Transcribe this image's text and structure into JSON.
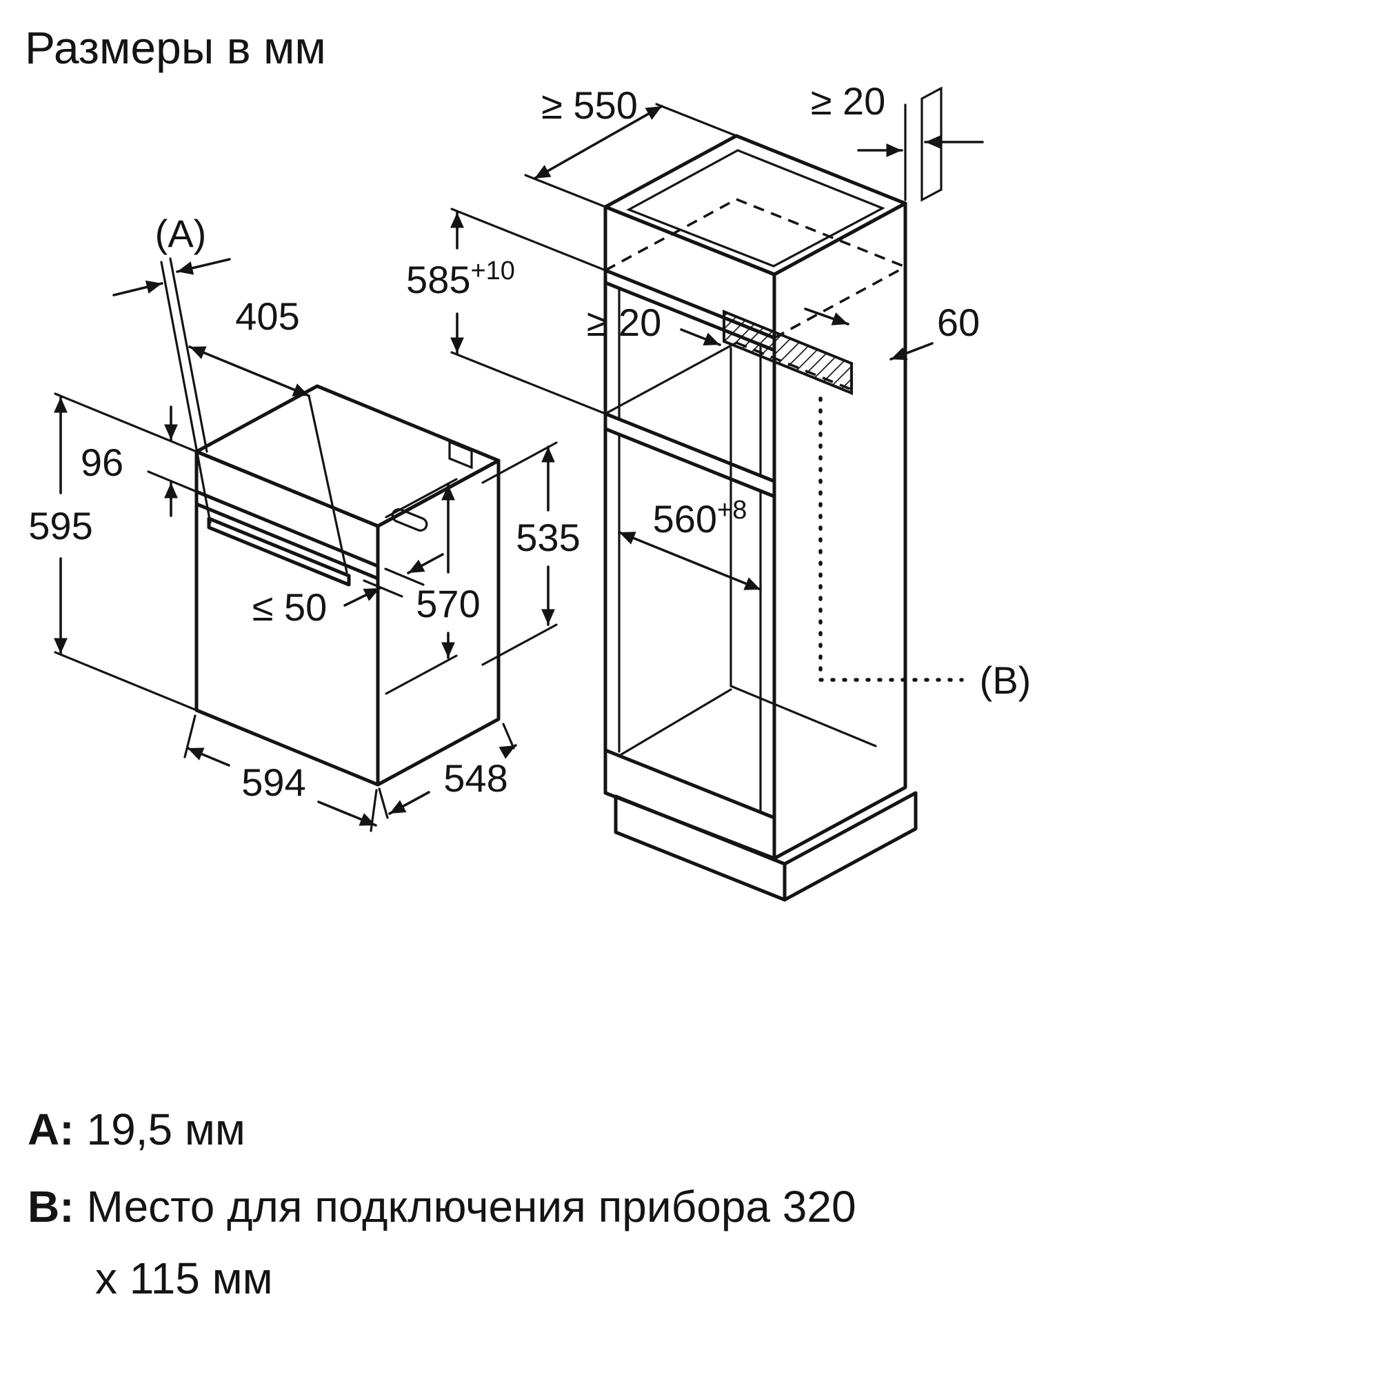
{
  "title": "Размеры в мм",
  "oven": {
    "label_a": "(A)",
    "dims": {
      "d405": "405",
      "d96": "96",
      "d595": "595",
      "d50": "≤ 50",
      "d570": "570",
      "d535": "535",
      "d594": "594",
      "d548": "548"
    }
  },
  "cabinet": {
    "dims": {
      "d550": "≥ 550",
      "d20_top": "≥ 20",
      "d585_base": "585",
      "d585_sup": "+10",
      "d20_mid": "≥ 20",
      "d60": "60",
      "d560_base": "560",
      "d560_sup": "+8"
    },
    "label_b": "(B)"
  },
  "legend": {
    "a_key": "A:",
    "a_value": "19,5 мм",
    "b_key": "B:",
    "b_line1": "Место для подключения прибора 320",
    "b_line2": "x 115 мм"
  },
  "colors": {
    "ink": "#141414",
    "background": "#ffffff"
  }
}
